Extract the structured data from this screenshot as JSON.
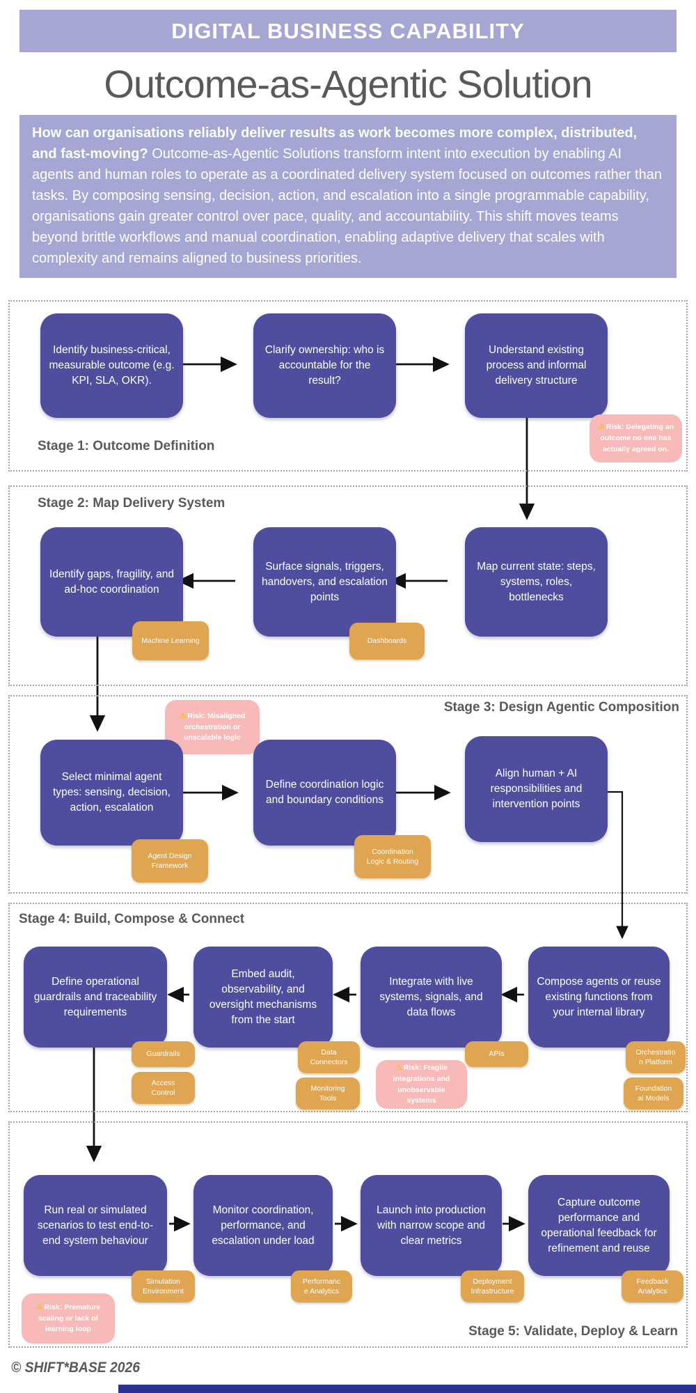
{
  "colors": {
    "node_purple": "#4e4d9e",
    "band_lavender": "#a5a6d3",
    "tag_orange": "#e0a551",
    "risk_pink": "#f8bab8",
    "warning_yellow": "#f2c230",
    "label_gray": "#58595b",
    "arrow_black": "#111111",
    "bottom_bar_navy": "#2d3192"
  },
  "icons": {
    "warning": "⚠"
  },
  "header": {
    "eyebrow": "DIGITAL BUSINESS CAPABILITY",
    "title": "Outcome-as-Agentic Solution",
    "intro_question": "How can organisations reliably deliver results as work becomes more complex, distributed, and fast-moving?",
    "intro_text": " Outcome-as-Agentic Solutions transform intent into execution by enabling AI agents and human roles to operate as a coordinated delivery system focused on outcomes rather than tasks. By composing sensing, decision, action, and escalation into a single programmable capability, organisations gain greater control over pace, quality, and accountability. This shift moves teams beyond brittle workflows and manual coordination, enabling adaptive delivery that scales with complexity and remains aligned to business priorities."
  },
  "stages": [
    {
      "label": "Stage 1: Outcome Definition",
      "flow": "left-to-right",
      "boxes": [
        "Identify business-critical, measurable outcome (e.g. KPI, SLA, OKR).",
        "Clarify ownership: who is accountable for the result?",
        "Understand existing process and informal delivery structure"
      ],
      "risk": "Risk: Delegating an outcome no one has actually agreed on."
    },
    {
      "label": "Stage 2: Map Delivery System",
      "flow": "right-to-left",
      "boxes": [
        "Identify gaps, fragility, and ad-hoc coordination",
        "Surface signals, triggers, handovers, and escalation points",
        "Map current state: steps, systems, roles, bottlenecks"
      ],
      "tags": [
        "Machine Learning",
        "Dashboards"
      ]
    },
    {
      "label": "Stage 3: Design Agentic Composition",
      "flow": "left-to-right",
      "boxes": [
        "Select minimal agent types: sensing, decision, action, escalation",
        "Define coordination logic and boundary conditions",
        "Align human + AI responsibilities and intervention points"
      ],
      "tags": [
        "Agent Design\nFramework",
        "Coordination\nLogic & Routing"
      ],
      "risk": "Risk: Misaligned orchestration or unscalable logic"
    },
    {
      "label": "Stage 4:  Build, Compose & Connect",
      "flow": "right-to-left",
      "boxes": [
        "Define operational guardrails and traceability requirements",
        "Embed audit, observability, and oversight mechanisms from the start",
        "Integrate with live systems, signals, and data flows",
        "Compose agents or reuse existing functions from your internal library"
      ],
      "tags": [
        "Guardrails",
        "Access\nControl",
        "Data\nConnectors",
        "Monitoring\nTools",
        "APIs",
        "Orchestratio\nn Platform",
        "Foundation\nal Models"
      ],
      "risk": "Risk: Fragile integrations and unobservable systems"
    },
    {
      "label": "Stage 5:  Validate, Deploy & Learn",
      "flow": "left-to-right",
      "boxes": [
        "Run real or simulated scenarios to test end-to-end system behaviour",
        "Monitor coordination, performance, and escalation under load",
        "Launch into production with narrow scope and clear metrics",
        "Capture outcome performance and operational feedback for refinement and reuse"
      ],
      "tags": [
        "Simulation\nEnvironment",
        "Performanc\ne Analytics",
        "Deployment\nInfrastructure",
        "Feedback\nAnalytics"
      ],
      "risk": "Risk: Premature scaling or lack of learning loop"
    }
  ],
  "footer": {
    "copyright": "© SHIFT*BASE 2026"
  }
}
